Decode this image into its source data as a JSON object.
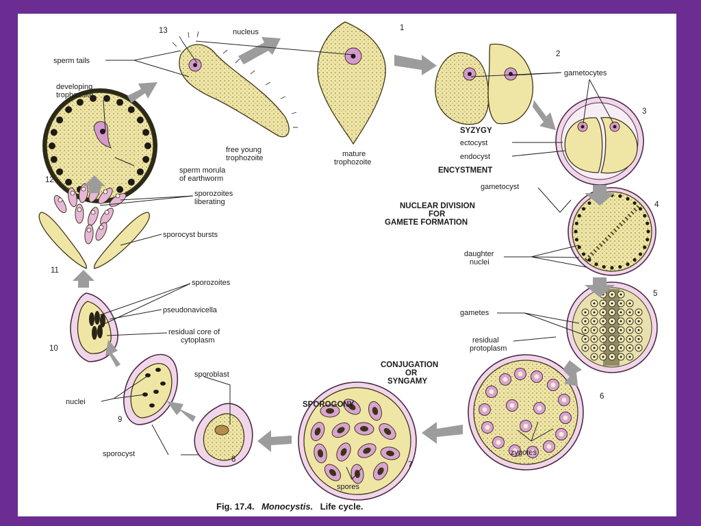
{
  "labels": {
    "n1": "1",
    "n2": "2",
    "n3": "3",
    "n4": "4",
    "n5": "5",
    "n6": "6",
    "n7": "7",
    "n8": "8",
    "n9": "9",
    "n10": "10",
    "n11": "11",
    "n12": "12",
    "n13": "13",
    "nucleus": "nucleus",
    "sperm_tails": "sperm tails",
    "developing_trophozoite_1": "developing",
    "developing_trophozoite_2": "trophozoite",
    "free_young_1": "free young",
    "free_young_2": "trophozoite",
    "mature_1": "mature",
    "mature_2": "trophozoite",
    "sperm_morula_1": "sperm morula",
    "sperm_morula_2": "of earthworm",
    "gametocytes": "gametocytes",
    "syzygy": "SYZYGY",
    "ectocyst": "ectocyst",
    "endocyst": "endocyst",
    "encystment": "ENCYSTMENT",
    "gametocyst": "gametocyst",
    "nuclear_div_1": "NUCLEAR DIVISION",
    "nuclear_div_2": "FOR",
    "nuclear_div_3": "GAMETE FORMATION",
    "daughter_1": "daughter",
    "daughter_2": "nuclei",
    "gametes": "gametes",
    "residual_proto_1": "residual",
    "residual_proto_2": "protoplasm",
    "conjugation_1": "CONJUGATION",
    "conjugation_2": "OR",
    "conjugation_3": "SYNGAMY",
    "zygotes": "zygotes",
    "sporogony": "SPOROGONY",
    "spores": "spores",
    "sporocyst": "sporocyst",
    "sporoblast": "sporoblast",
    "nuclei": "nuclei",
    "sporozoites": "sporozoites",
    "pseudonavicella": "pseudonavicella",
    "residual_core_1": "residual core of",
    "residual_core_2": "cytoplasm",
    "sporocyst_bursts": "sporocyst bursts",
    "sporozoites_lib_1": "sporozoites",
    "sporozoites_lib_2": "liberating"
  },
  "caption": {
    "prefix": "Fig. 17.4.",
    "genus": "Monocystis.",
    "suffix": "Life cycle."
  },
  "colors": {
    "frame": "#6b2d91",
    "cell_fill": "#efe6a6",
    "pink": "#e7b7d8",
    "arrow": "#9c9c9c"
  }
}
